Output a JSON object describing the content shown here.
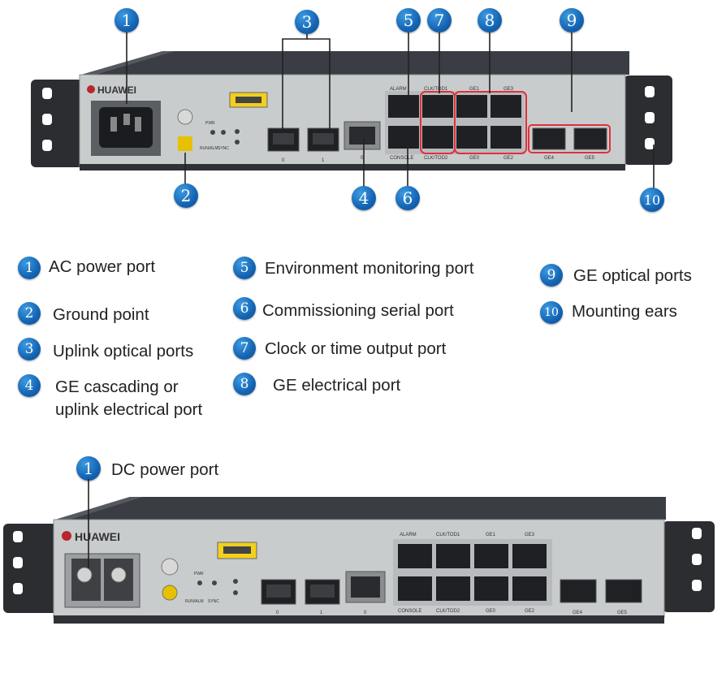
{
  "callouts_top": [
    {
      "n": "1"
    },
    {
      "n": "2"
    },
    {
      "n": "3"
    },
    {
      "n": "4"
    },
    {
      "n": "5"
    },
    {
      "n": "6"
    },
    {
      "n": "7"
    },
    {
      "n": "8"
    },
    {
      "n": "9"
    },
    {
      "n": "10"
    }
  ],
  "legend": [
    {
      "n": "1",
      "label": "AC power port"
    },
    {
      "n": "2",
      "label": "Ground point"
    },
    {
      "n": "3",
      "label": "Uplink optical ports"
    },
    {
      "n": "4",
      "label": "GE cascading or",
      "label2": "uplink electrical port"
    },
    {
      "n": "5",
      "label": "Environment monitoring port"
    },
    {
      "n": "6",
      "label": "Commissioning serial port"
    },
    {
      "n": "7",
      "label": "Clock or time output port"
    },
    {
      "n": "8",
      "label": "GE electrical port"
    },
    {
      "n": "9",
      "label": "GE optical ports"
    },
    {
      "n": "10",
      "label": "Mounting ears"
    }
  ],
  "dc_callout": {
    "n": "1",
    "label": "DC power port"
  },
  "device": {
    "brand": "HUAWEI",
    "top_labels": {
      "alarm": "ALARM",
      "clk_tod1": "CLK/TOD1",
      "ge1": "GE1",
      "ge3": "GE3",
      "console": "CONSOLE",
      "clk_tod2": "CLK/TOD2",
      "ge0": "GE0",
      "ge2": "GE2",
      "ge4": "GE4",
      "ge5": "GE5",
      "pwr": "PWR",
      "run": "RUN/ALM",
      "sync": "SYNC",
      "opt0": "0",
      "opt1": "1",
      "eth0": "0"
    },
    "bottom_labels": {
      "alarm": "ALARM",
      "clk_tod1": "CLK/TOD1",
      "ge1": "GE1",
      "ge3": "GE3",
      "console": "CONSOLE",
      "clk_tod2": "CLK/TOD2",
      "ge0": "GE0",
      "ge2": "GE2",
      "ge4": "GE4",
      "ge5": "GE5",
      "pwr": "PWR",
      "run": "RUN/ALM",
      "sync": "SYNC",
      "opt0": "0",
      "opt1": "1",
      "eth0": "0"
    }
  },
  "colors": {
    "callout": "#1464b4",
    "highlight": "#e0303a",
    "chassis": "#c9cccd",
    "ear": "#2b2d31"
  }
}
